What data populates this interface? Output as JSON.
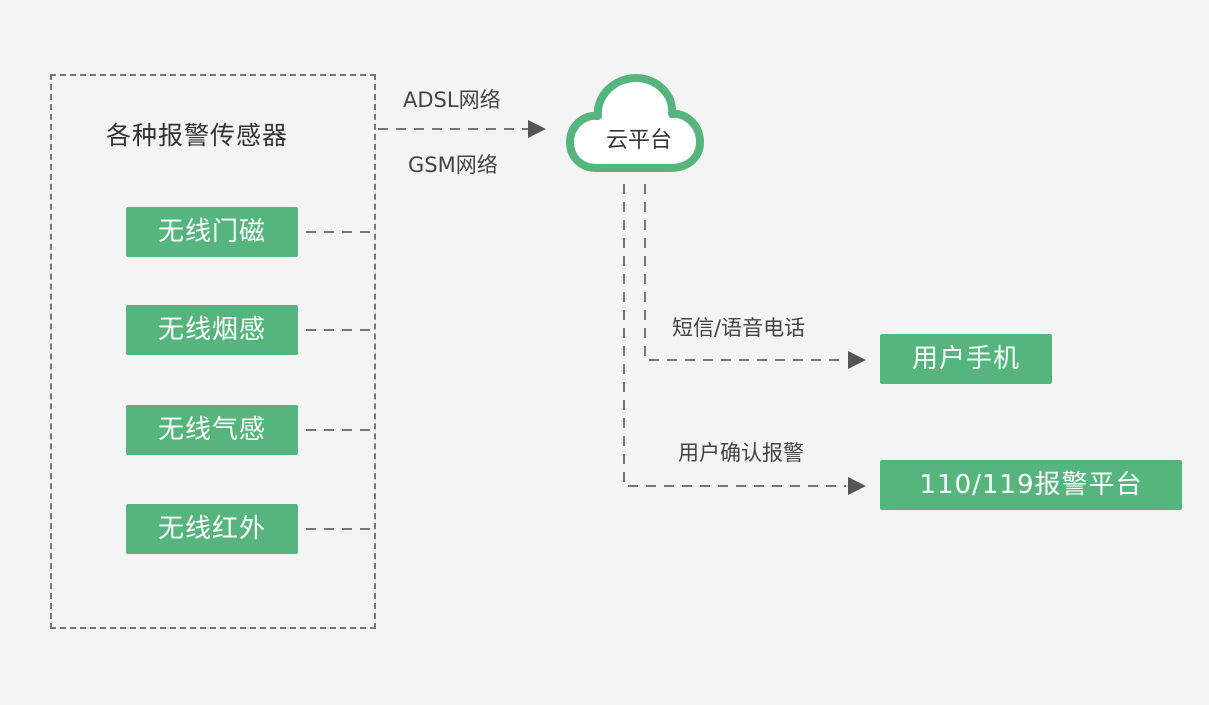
{
  "group": {
    "title": "各种报警传感器"
  },
  "sensors": [
    {
      "label": "无线门磁"
    },
    {
      "label": "无线烟感"
    },
    {
      "label": "无线气感"
    },
    {
      "label": "无线红外"
    }
  ],
  "links": {
    "network_top": "ADSL网络",
    "network_bottom": "GSM网络",
    "sms_voice": "短信/语音电话",
    "user_confirm": "用户确认报警"
  },
  "cloud": {
    "label": "云平台"
  },
  "targets": {
    "phone": "用户手机",
    "police": "110/119报警平台"
  },
  "colors": {
    "background": "#f4f4f4",
    "accent_green": "#56b57d",
    "dash_gray": "#777777",
    "arrow_gray": "#555555"
  }
}
